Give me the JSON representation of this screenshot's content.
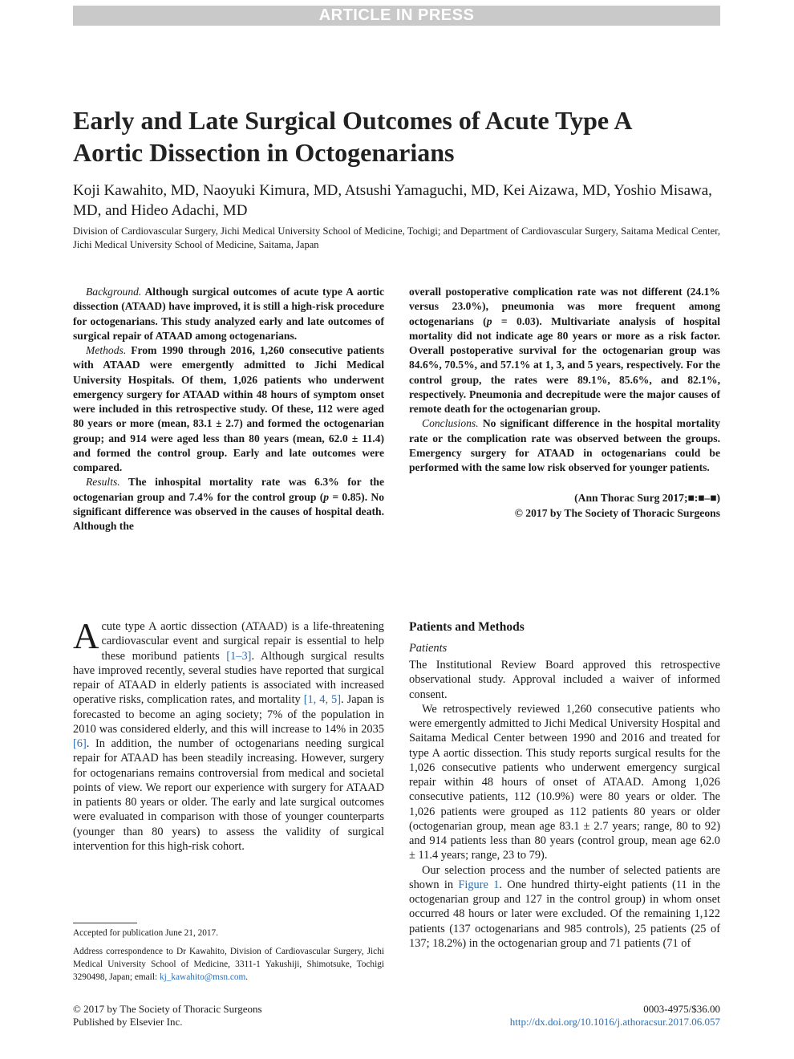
{
  "banner": "ARTICLE IN PRESS",
  "title": "Early and Late Surgical Outcomes of Acute Type A Aortic Dissection in Octogenarians",
  "authors": "Koji Kawahito, MD, Naoyuki Kimura, MD, Atsushi Yamaguchi, MD, Kei Aizawa, MD, Yoshio Misawa, MD, and Hideo Adachi, MD",
  "affiliation": "Division of Cardiovascular Surgery, Jichi Medical University School of Medicine, Tochigi; and Department of Cardiovascular Surgery, Saitama Medical Center, Jichi Medical University School of Medicine, Saitama, Japan",
  "abstract": {
    "background_label": "Background.",
    "background": " Although surgical outcomes of acute type A aortic dissection (ATAAD) have improved, it is still a high-risk procedure for octogenarians. This study analyzed early and late outcomes of surgical repair of ATAAD among octogenarians.",
    "methods_label": "Methods.",
    "methods": " From 1990 through 2016, 1,260 consecutive patients with ATAAD were emergently admitted to Jichi Medical University Hospitals. Of them, 1,026 patients who underwent emergency surgery for ATAAD within 48 hours of symptom onset were included in this retrospective study. Of these, 112 were aged 80 years or more (mean, 83.1 ± 2.7) and formed the octogenarian group; and 914 were aged less than 80 years (mean, 62.0 ± 11.4) and formed the control group. Early and late outcomes were compared.",
    "results_label": "Results.",
    "results_a": " The inhospital mortality rate was 6.3% for the octogenarian group and 7.4% for the control group (",
    "results_p1": "p",
    "results_b": " = 0.85). No significant difference was observed in the causes of hospital death. Although the",
    "results_cont_a": "overall postoperative complication rate was not different (24.1% versus 23.0%), pneumonia was more frequent among octogenarians (",
    "results_p2": "p",
    "results_cont_b": " = 0.03). Multivariate analysis of hospital mortality did not indicate age 80 years or more as a risk factor. Overall postoperative survival for the octogenarian group was 84.6%, 70.5%, and 57.1% at 1, 3, and 5 years, respectively. For the control group, the rates were 89.1%, 85.6%, and 82.1%, respectively. Pneumonia and decrepitude were the major causes of remote death for the octogenarian group.",
    "conclusions_label": "Conclusions.",
    "conclusions": " No significant difference in the hospital mortality rate or the complication rate was observed between the groups. Emergency surgery for ATAAD in octogenarians could be performed with the same low risk observed for younger patients.",
    "citation": "(Ann Thorac Surg 2017;■:■–■)",
    "copyright": "© 2017 by The Society of Thoracic Surgeons"
  },
  "body": {
    "intro_dropcap": "A",
    "intro_1": "cute type A aortic dissection (ATAAD) is a life-threatening cardiovascular event and surgical repair is essential to help these moribund patients ",
    "ref_1": "[1–3]",
    "intro_2": ". Although surgical results have improved recently, several studies have reported that surgical repair of ATAAD in elderly patients is associated with increased operative risks, complication rates, and mortality ",
    "ref_2": "[1, 4, 5]",
    "intro_3": ". Japan is forecasted to become an aging society; 7% of the population in 2010 was considered elderly, and this will increase to 14% in 2035 ",
    "ref_3": "[6]",
    "intro_4": ". In addition, the number of octogenarians needing surgical repair for ATAAD has been steadily increasing. However, surgery for octogenarians remains controversial from medical and societal points of view. We report our experience with surgery for ATAAD in patients 80 years or older. The early and late surgical outcomes were evaluated in comparison with those of younger counterparts (younger than 80 years) to assess the validity of surgical intervention for this high-risk cohort.",
    "section_heading": "Patients and Methods",
    "subsection_heading": "Patients",
    "pm_para1": "The Institutional Review Board approved this retrospective observational study. Approval included a waiver of informed consent.",
    "pm_para2": "We retrospectively reviewed 1,260 consecutive patients who were emergently admitted to Jichi Medical University Hospital and Saitama Medical Center between 1990 and 2016 and treated for type A aortic dissection. This study reports surgical results for the 1,026 consecutive patients who underwent emergency surgical repair within 48 hours of onset of ATAAD. Among 1,026 consecutive patients, 112 (10.9%) were 80 years or older. The 1,026 patients were grouped as 112 patients 80 years or older (octogenarian group, mean age 83.1 ± 2.7 years; range, 80 to 92) and 914 patients less than 80 years (control group, mean age 62.0 ± 11.4 years; range, 23 to 79).",
    "pm_para3_a": "Our selection process and the number of selected patients are shown in ",
    "pm_fig_ref": "Figure 1",
    "pm_para3_b": ". One hundred thirty-eight patients (11 in the octogenarian group and 127 in the control group) in whom onset occurred 48 hours or later were excluded. Of the remaining 1,122 patients (137 octogenarians and 985 controls), 25 patients (25 of 137; 18.2%) in the octogenarian group and 71 patients (71 of"
  },
  "footnotes": {
    "accepted": "Accepted for publication June 21, 2017.",
    "correspondence": "Address correspondence to Dr Kawahito, Division of Cardiovascular Surgery, Jichi Medical University School of Medicine, 3311-1 Yakushiji, Shimotsuke, Tochigi 3290498, Japan; email: ",
    "email": "kj_kawahito@msn.com",
    "correspondence_end": "."
  },
  "footer": {
    "copyright": "© 2017 by The Society of Thoracic Surgeons",
    "publisher": "Published by Elsevier Inc.",
    "issn": "0003-4975/$36.00",
    "doi": "http://dx.doi.org/10.1016/j.athoracsur.2017.06.057"
  }
}
